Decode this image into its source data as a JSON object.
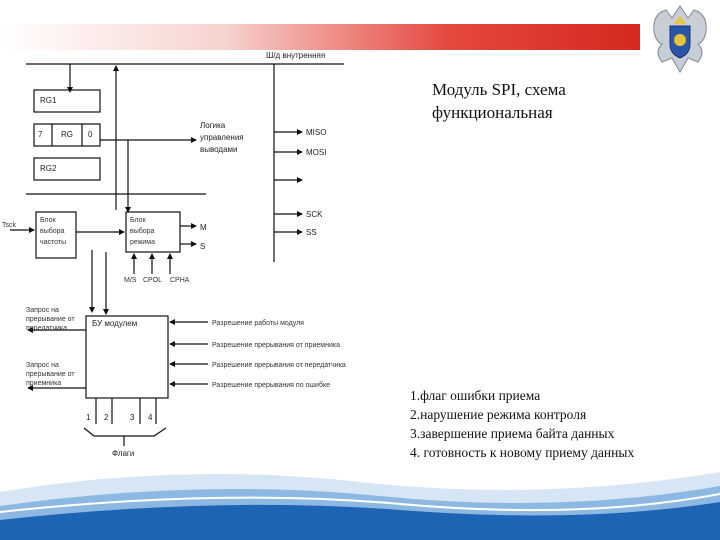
{
  "title_line1": "Модуль SPI, схема",
  "title_line2": "функциональная",
  "bus_label": "Ш/д внутренняя",
  "blocks": {
    "rg1": "RG1",
    "rg_bit7": "7",
    "rg": "RG",
    "rg_bit0": "0",
    "rg2": "RG2",
    "logic_l1": "Логика",
    "logic_l2": "управления",
    "logic_l3": "выводами",
    "freq_l1": "Блок",
    "freq_l2": "выбора",
    "freq_l3": "частоты",
    "mode_l1": "Блок",
    "mode_l2": "выбора",
    "mode_l3": "режима",
    "mode_m": "M",
    "mode_s": "S",
    "control": "БУ модулем"
  },
  "pins": {
    "miso": "MISO",
    "mosi": "MOSI",
    "sck": "SCK",
    "ss": "SS"
  },
  "clock_input": "Tsck",
  "mode_signals": [
    "M/S",
    "CPOL",
    "CPHA"
  ],
  "requests": {
    "tx_l1": "Запрос на",
    "tx_l2": "прерывание от",
    "tx_l3": "передатчика",
    "rx_l1": "Запрос на",
    "rx_l2": "прерывание от",
    "rx_l3": "приемника"
  },
  "enables": [
    "Разрешение работы модуля",
    "Разрешение прерывания от приемника",
    "Разрешение прерывания от передатчика",
    "Разрешение прерывания по ошибке"
  ],
  "flag_numbers": [
    "1",
    "2",
    "3",
    "4"
  ],
  "flags_label": "Флаги",
  "legend": [
    "1.флаг ошибки приема",
    "2.нарушение режима контроля",
    "3.завершение приема байта данных",
    "4. готовность к новому приему данных"
  ],
  "colors": {
    "accent_red": "#d5281f",
    "wave_blue": "#1e64b4"
  },
  "icons": {
    "emblem": "coat-of-arms-icon"
  }
}
